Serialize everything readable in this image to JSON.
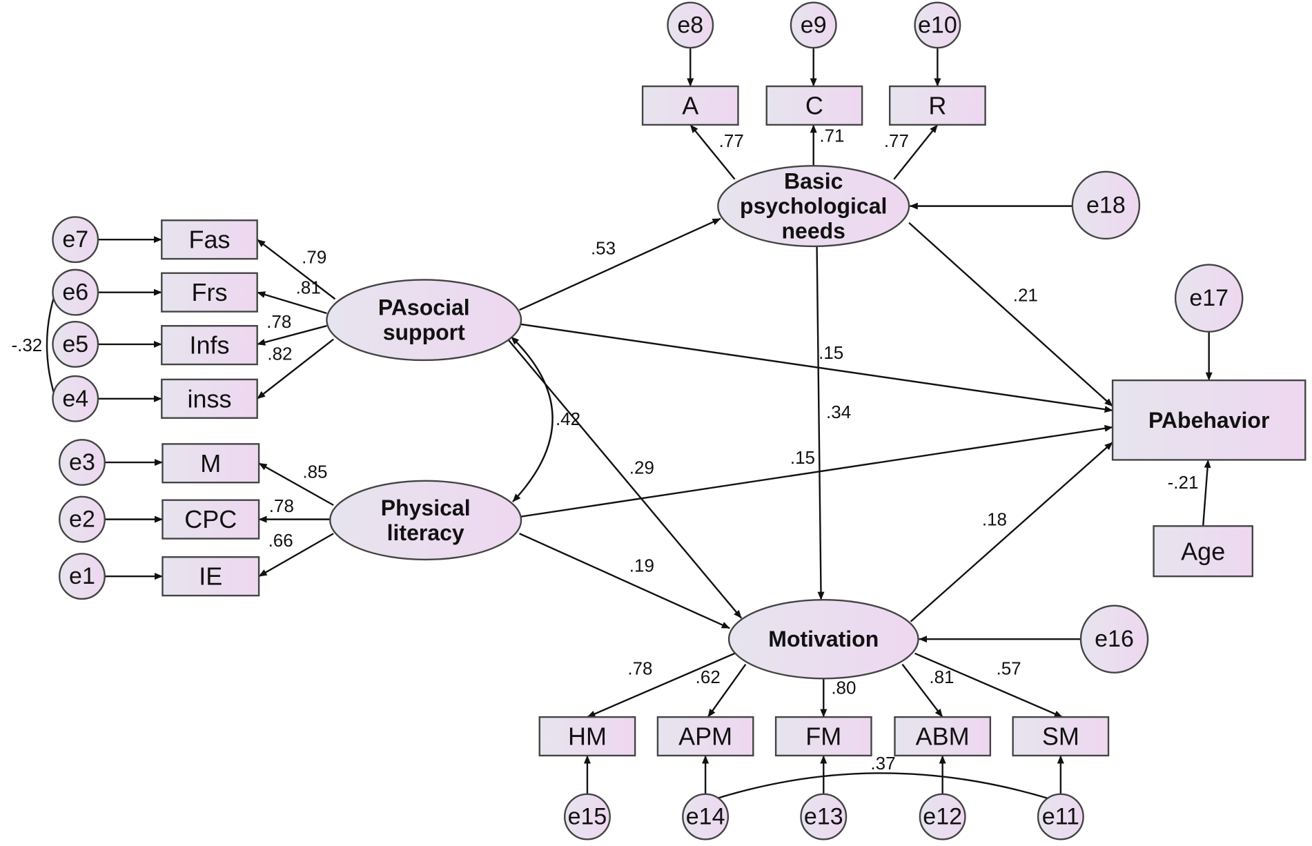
{
  "diagram": {
    "latent_variables": [
      {
        "id": "bpn",
        "lines": [
          "Basic",
          "psychological",
          "needs"
        ]
      },
      {
        "id": "pas",
        "lines": [
          "PAsocial",
          "support"
        ]
      },
      {
        "id": "pl",
        "lines": [
          "Physical",
          "literacy"
        ]
      },
      {
        "id": "mot",
        "lines": [
          "Motivation"
        ]
      }
    ],
    "observed_variables": [
      {
        "id": "A",
        "label": "A"
      },
      {
        "id": "C",
        "label": "C"
      },
      {
        "id": "R",
        "label": "R"
      },
      {
        "id": "Fas",
        "label": "Fas"
      },
      {
        "id": "Frs",
        "label": "Frs"
      },
      {
        "id": "Infs",
        "label": "Infs"
      },
      {
        "id": "inss",
        "label": "inss"
      },
      {
        "id": "M",
        "label": "M"
      },
      {
        "id": "CPC",
        "label": "CPC"
      },
      {
        "id": "IE",
        "label": "IE"
      },
      {
        "id": "HM",
        "label": "HM"
      },
      {
        "id": "APM",
        "label": "APM"
      },
      {
        "id": "FM",
        "label": "FM"
      },
      {
        "id": "ABM",
        "label": "ABM"
      },
      {
        "id": "SM",
        "label": "SM"
      },
      {
        "id": "PAb",
        "label": "PAbehavior"
      },
      {
        "id": "Age",
        "label": "Age"
      }
    ],
    "error_terms": [
      {
        "id": "e8",
        "label": "e8"
      },
      {
        "id": "e9",
        "label": "e9"
      },
      {
        "id": "e10",
        "label": "e10"
      },
      {
        "id": "e7",
        "label": "e7"
      },
      {
        "id": "e6",
        "label": "e6"
      },
      {
        "id": "e5",
        "label": "e5"
      },
      {
        "id": "e4",
        "label": "e4"
      },
      {
        "id": "e3",
        "label": "e3"
      },
      {
        "id": "e2",
        "label": "e2"
      },
      {
        "id": "e1",
        "label": "e1"
      },
      {
        "id": "e18",
        "label": "e18"
      },
      {
        "id": "e17",
        "label": "e17"
      },
      {
        "id": "e16",
        "label": "e16"
      },
      {
        "id": "e15",
        "label": "e15"
      },
      {
        "id": "e14",
        "label": "e14"
      },
      {
        "id": "e13",
        "label": "e13"
      },
      {
        "id": "e12",
        "label": "e12"
      },
      {
        "id": "e11",
        "label": "e11"
      }
    ],
    "coefficients": [
      {
        "id": "bpn-A",
        "value": ".77"
      },
      {
        "id": "bpn-C",
        "value": ".71"
      },
      {
        "id": "bpn-R",
        "value": ".77"
      },
      {
        "id": "pas-Fas",
        "value": ".79"
      },
      {
        "id": "pas-Frs",
        "value": ".81"
      },
      {
        "id": "pas-Infs",
        "value": ".78"
      },
      {
        "id": "pas-inss",
        "value": ".82"
      },
      {
        "id": "e6-e4",
        "value": "-.32"
      },
      {
        "id": "pl-M",
        "value": ".85"
      },
      {
        "id": "pl-CPC",
        "value": ".78"
      },
      {
        "id": "pl-IE",
        "value": ".66"
      },
      {
        "id": "pas-bpn",
        "value": ".53"
      },
      {
        "id": "bpn-PAb",
        "value": ".21"
      },
      {
        "id": "pas-PAb",
        "value": ".15"
      },
      {
        "id": "bpn-mot",
        "value": ".34"
      },
      {
        "id": "pas-pl",
        "value": ".42"
      },
      {
        "id": "pas-mot",
        "value": ".29"
      },
      {
        "id": "pl-PAb",
        "value": ".15"
      },
      {
        "id": "pl-mot",
        "value": ".19"
      },
      {
        "id": "mot-PAb",
        "value": ".18"
      },
      {
        "id": "Age-PAb",
        "value": "-.21"
      },
      {
        "id": "mot-HM",
        "value": ".78"
      },
      {
        "id": "mot-APM",
        "value": ".62"
      },
      {
        "id": "mot-FM",
        "value": ".80"
      },
      {
        "id": "mot-ABM",
        "value": ".81"
      },
      {
        "id": "mot-SM",
        "value": ".57"
      },
      {
        "id": "e14-e11",
        "value": ".37"
      }
    ]
  },
  "colors": {
    "node_fill_left": "#e6e4ee",
    "node_fill_right": "#eed7f0",
    "stroke": "#444444",
    "edge": "#111111"
  }
}
